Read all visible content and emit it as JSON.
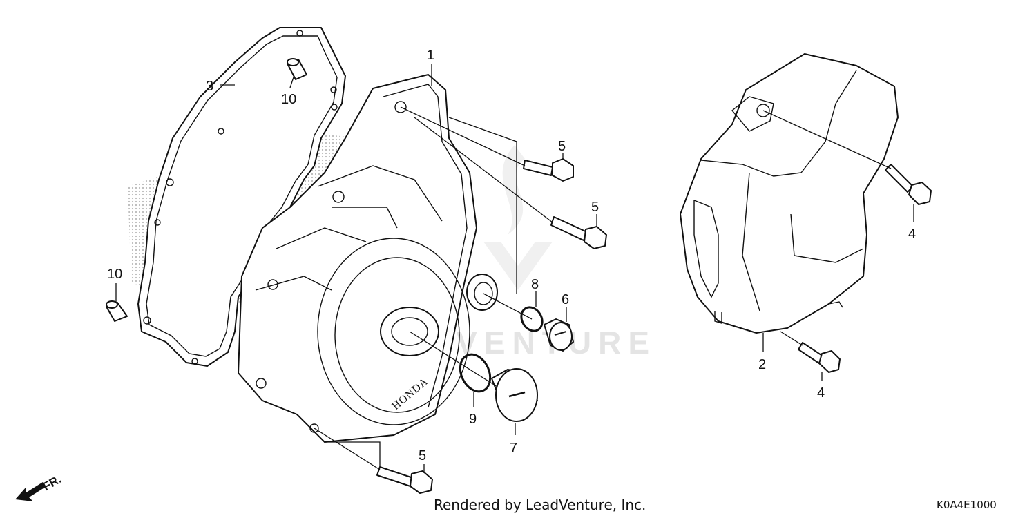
{
  "watermark": {
    "text": "LEADVENTURE"
  },
  "callouts": {
    "c1": "1",
    "c2": "2",
    "c3": "3",
    "c4a": "4",
    "c4b": "4",
    "c5a": "5",
    "c5b": "5",
    "c5c": "5",
    "c6": "6",
    "c7": "7",
    "c8": "8",
    "c9": "9",
    "c10a": "10",
    "c10b": "10"
  },
  "cover_logo": "HONDA",
  "front_arrow": "FR.",
  "footer": {
    "credit": "Rendered by LeadVenture, Inc.",
    "code": "K0A4E1000"
  }
}
